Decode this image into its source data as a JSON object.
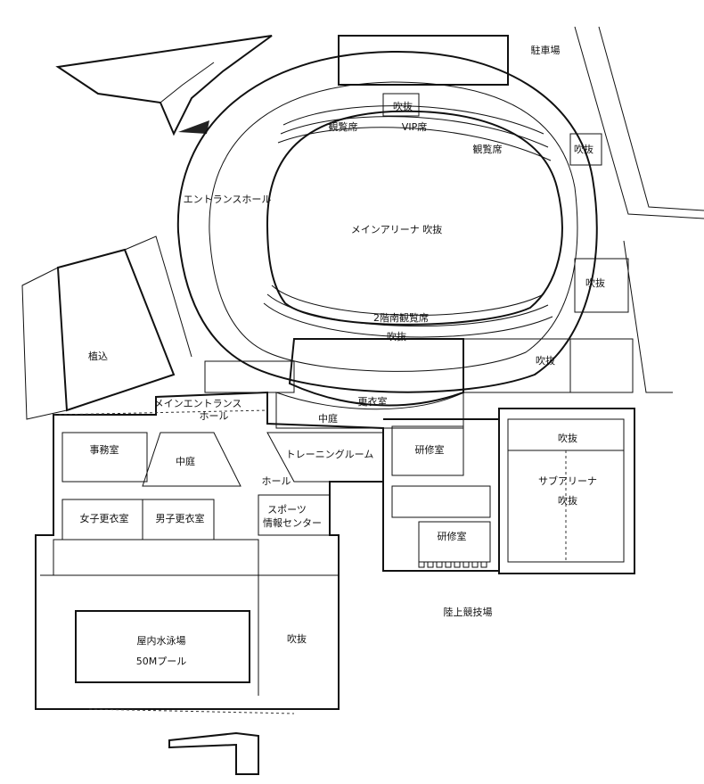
{
  "plan": {
    "parking": "駐車場",
    "void_top": "吹抜",
    "seats_west": "観覧席",
    "vip_seats": "VIP席",
    "seats_east": "観覧席",
    "void_northeast": "吹抜",
    "entrance_hall": "エントランスホール",
    "main_arena": "メインアリーナ 吹抜",
    "void_east": "吹抜",
    "south_seats": "2階南観覧席",
    "void_south": "吹抜",
    "void_southeast": "吹抜",
    "planting": "植込",
    "locker_room": "更衣室",
    "main_entrance_line1": "メインエントランス",
    "main_entrance_line2": "ホール",
    "courtyard_east": "中庭",
    "office": "事務室",
    "courtyard_west": "中庭",
    "training_room": "トレーニングルーム",
    "seminar_room_1": "研修室",
    "void_sub_arena": "吹抜",
    "sub_arena_line1": "サブアリーナ",
    "sub_arena_line2": "吹抜",
    "hall": "ホール",
    "sports_info_line1": "スポーツ",
    "sports_info_line2": "情報センター",
    "womens_locker": "女子更衣室",
    "mens_locker": "男子更衣室",
    "seminar_room_2": "研修室",
    "athletics_field": "陸上競技場",
    "indoor_pool": "屋内水泳場",
    "pool_50m": "50Mプール",
    "void_pool": "吹抜"
  }
}
